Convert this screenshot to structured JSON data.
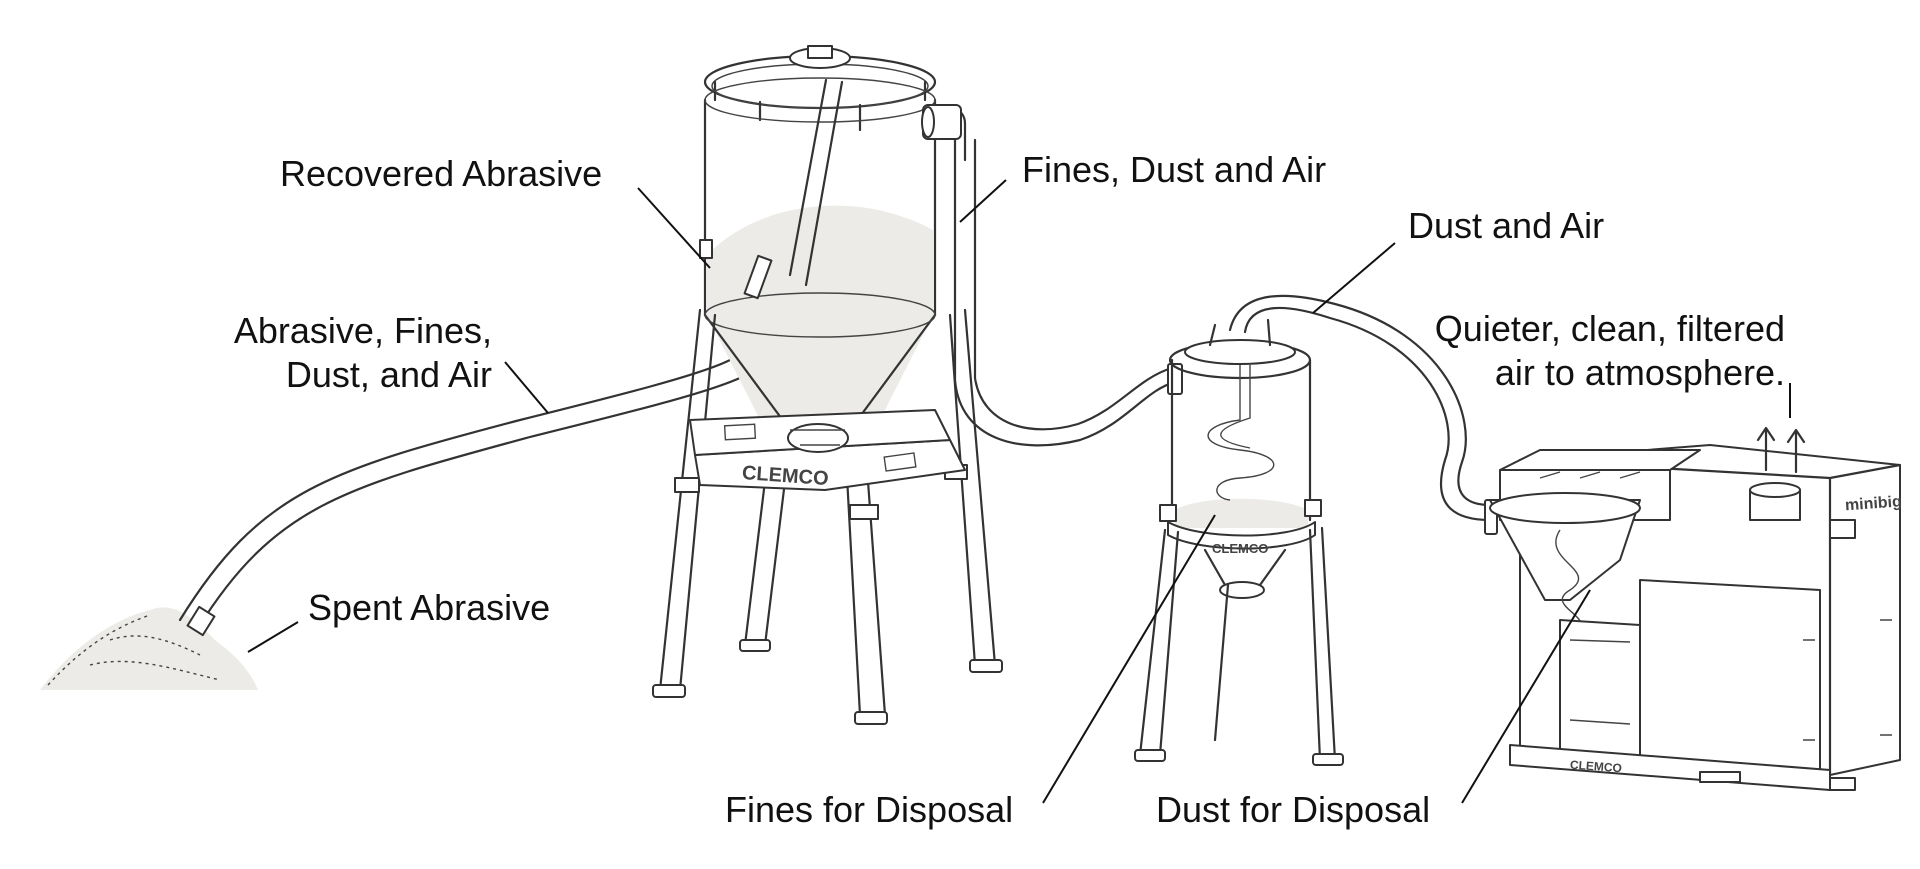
{
  "labels": {
    "recovered_abrasive": "Recovered Abrasive",
    "fines_dust_air": "Fines, Dust and Air",
    "dust_and_air": "Dust and Air",
    "abrasive_fines_line1": "Abrasive, Fines,",
    "abrasive_fines_line2": "Dust, and Air",
    "quieter_line1": "Quieter, clean, filtered",
    "quieter_line2": "air to atmosphere.",
    "spent_abrasive": "Spent Abrasive",
    "fines_for_disposal": "Fines for Disposal",
    "dust_for_disposal": "Dust for Disposal"
  },
  "equipment_marks": {
    "reclaimer_brand": "CLEMCO",
    "separator_brand": "CLEMCO",
    "collector_base_brand": "CLEMCO",
    "collector_logo": "minibig"
  },
  "colors": {
    "line": "#333333",
    "sand": "#ecebe8",
    "text": "#111111"
  }
}
